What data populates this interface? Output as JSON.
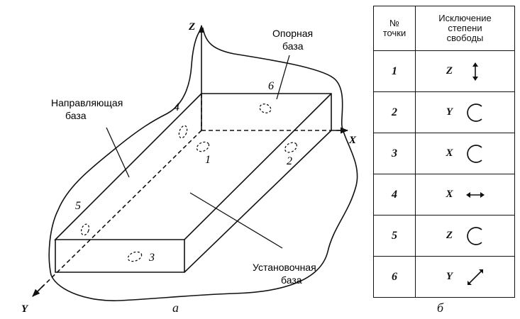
{
  "figure": {
    "axes": {
      "z": "Z",
      "x": "X",
      "y": "Y"
    },
    "labels": {
      "guide_base": [
        "Направляющая",
        "база"
      ],
      "support_base": [
        "Опорная",
        "база"
      ],
      "install_base": [
        "Установочная",
        "база"
      ]
    },
    "points": [
      "1",
      "2",
      "3",
      "4",
      "5",
      "6"
    ],
    "caption": "а"
  },
  "table": {
    "header_no": [
      "№",
      "точки"
    ],
    "header_excl": [
      "Исключение",
      "степени",
      "свободы"
    ],
    "rows": [
      {
        "point": "1",
        "axis": "Z",
        "symbol": "vertical-double-arrow-icon"
      },
      {
        "point": "2",
        "axis": "Y",
        "symbol": "rotation-arc-icon"
      },
      {
        "point": "3",
        "axis": "X",
        "symbol": "rotation-arc-icon"
      },
      {
        "point": "4",
        "axis": "X",
        "symbol": "horizontal-double-arrow-icon"
      },
      {
        "point": "5",
        "axis": "Z",
        "symbol": "rotation-arc-icon"
      },
      {
        "point": "6",
        "axis": "Y",
        "symbol": "diagonal-double-arrow-icon"
      }
    ],
    "caption": "б"
  }
}
